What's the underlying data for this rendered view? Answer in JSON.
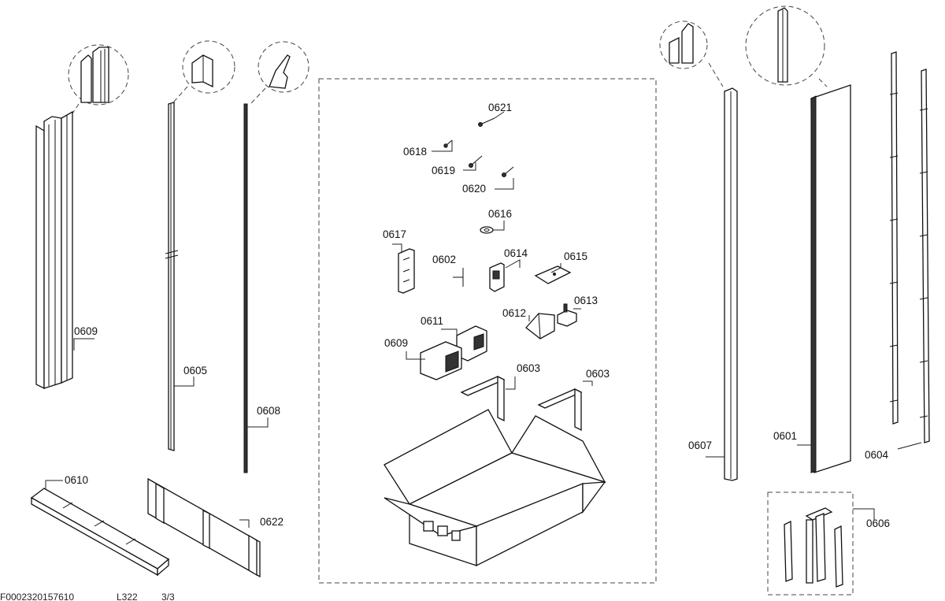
{
  "labels": {
    "p0601": "0601",
    "p0602": "0602",
    "p0603a": "0603",
    "p0603b": "0603",
    "p0604": "0604",
    "p0605": "0605",
    "p0606": "0606",
    "p0607": "0607",
    "p0608": "0608",
    "p0609a": "0609",
    "p0609b": "0609",
    "p0610": "0610",
    "p0611": "0611",
    "p0612": "0612",
    "p0613": "0613",
    "p0614": "0614",
    "p0615": "0615",
    "p0616": "0616",
    "p0617": "0617",
    "p0618": "0618",
    "p0619": "0619",
    "p0620": "0620",
    "p0621": "0621",
    "p0622": "0622"
  },
  "footer": {
    "doc_id": "F0002320157610",
    "code": "L322",
    "page": "3/3"
  }
}
